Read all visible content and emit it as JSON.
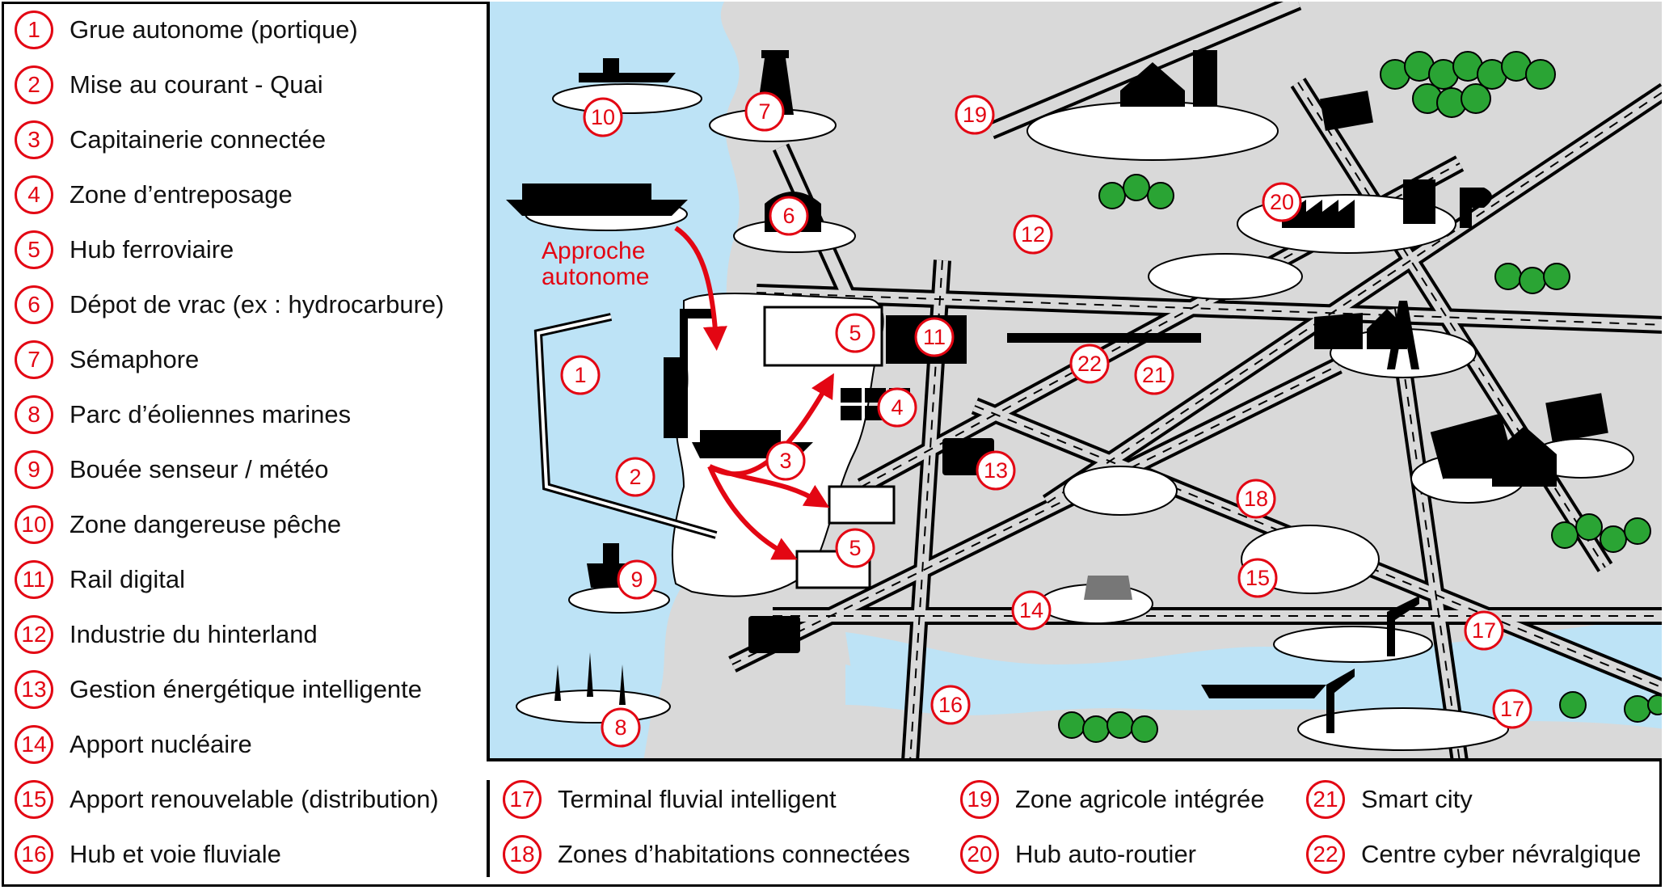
{
  "legend_left": [
    {
      "num": "1",
      "label": "Grue autonome (portique)"
    },
    {
      "num": "2",
      "label": "Mise au courant - Quai"
    },
    {
      "num": "3",
      "label": "Capitainerie connectée"
    },
    {
      "num": "4",
      "label": "Zone d’entreposage"
    },
    {
      "num": "5",
      "label": "Hub ferroviaire"
    },
    {
      "num": "6",
      "label": "Dépot de vrac (ex : hydrocarbure)"
    },
    {
      "num": "7",
      "label": "Sémaphore"
    },
    {
      "num": "8",
      "label": "Parc d’éoliennes marines"
    },
    {
      "num": "9",
      "label": "Bouée senseur / météo"
    },
    {
      "num": "10",
      "label": "Zone dangereuse pêche"
    },
    {
      "num": "11",
      "label": "Rail digital"
    },
    {
      "num": "12",
      "label": "Industrie du hinterland"
    },
    {
      "num": "13",
      "label": "Gestion énergétique intelligente"
    },
    {
      "num": "14",
      "label": "Apport nucléaire"
    },
    {
      "num": "15",
      "label": "Apport renouvelable (distribution)"
    },
    {
      "num": "16",
      "label": "Hub et voie fluviale"
    }
  ],
  "legend_bottom": [
    {
      "num": "17",
      "label": "Terminal fluvial intelligent"
    },
    {
      "num": "18",
      "label": "Zones d’habitations connectées"
    },
    {
      "num": "19",
      "label": "Zone agricole intégrée"
    },
    {
      "num": "20",
      "label": "Hub auto-routier"
    },
    {
      "num": "21",
      "label": "Smart city"
    },
    {
      "num": "22",
      "label": "Centre cyber névralgique"
    }
  ],
  "map": {
    "approach_line1": "Approche",
    "approach_line2": "autonome",
    "badges": [
      "10",
      "7",
      "6",
      "19",
      "20",
      "12",
      "5",
      "11",
      "22",
      "21",
      "1",
      "4",
      "3",
      "2",
      "13",
      "5",
      "18",
      "9",
      "15",
      "14",
      "17",
      "16",
      "8",
      "17"
    ]
  },
  "colors": {
    "accent_red": "#e30613",
    "water_blue": "#bde3f6",
    "land_gray": "#d9d9d9"
  }
}
